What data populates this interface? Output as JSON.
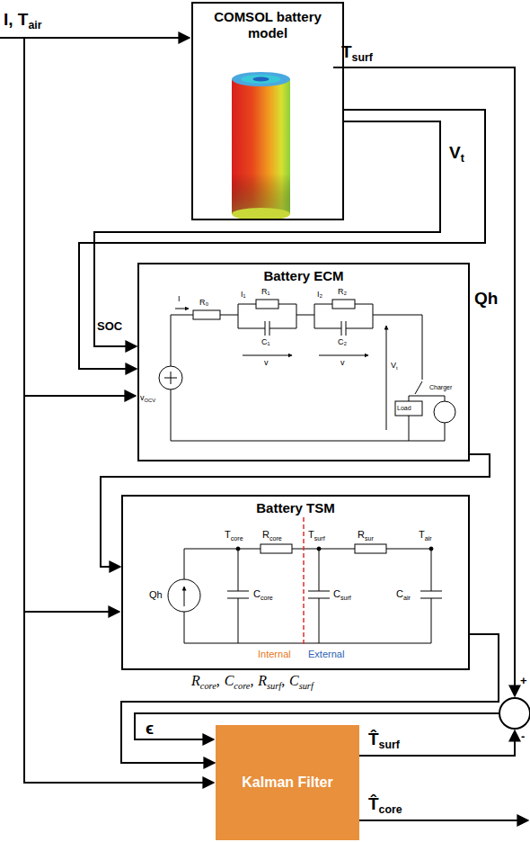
{
  "diagram": {
    "nodes": [
      {
        "text": [
          "COMSOL battery model"
        ]
      },
      {
        "text": [
          "Battery ECM"
        ]
      },
      {
        "text": [
          "Battery TSM"
        ]
      },
      {
        "text": [
          "Kalman Filter"
        ]
      }
    ],
    "edges": [
      {
        "from": 0,
        "to": 1,
        "arrow": "to"
      },
      {
        "from": 0,
        "to": 1,
        "arrow": "to"
      },
      {
        "from": 1,
        "to": 2,
        "arrow": "to"
      },
      {
        "from": 2,
        "to": 3,
        "arrow": "to"
      }
    ],
    "labels": [
      "I, T",
      "air",
      "T",
      "surf",
      "V",
      "t",
      "SOC",
      "Qh",
      "I",
      "R₀",
      "I₁",
      "R₁",
      "C₁",
      "I₂",
      "R₂",
      "C₂",
      "v",
      "v",
      "v",
      "OCV",
      "V",
      "t",
      "Load",
      "Charger",
      "Qh",
      "T",
      "core",
      "R",
      "core",
      "T",
      "surf",
      "R",
      "sur",
      "T",
      "air",
      "C",
      "core",
      "C",
      "surf",
      "C",
      "air",
      "Internal",
      "External",
      "R",
      "core",
      ",",
      "C",
      "core",
      ",",
      "R",
      "surf",
      ",",
      "C",
      "surf",
      "ϵ",
      "T̂",
      "surf",
      "T̂",
      "core",
      "+",
      "-"
    ]
  }
}
